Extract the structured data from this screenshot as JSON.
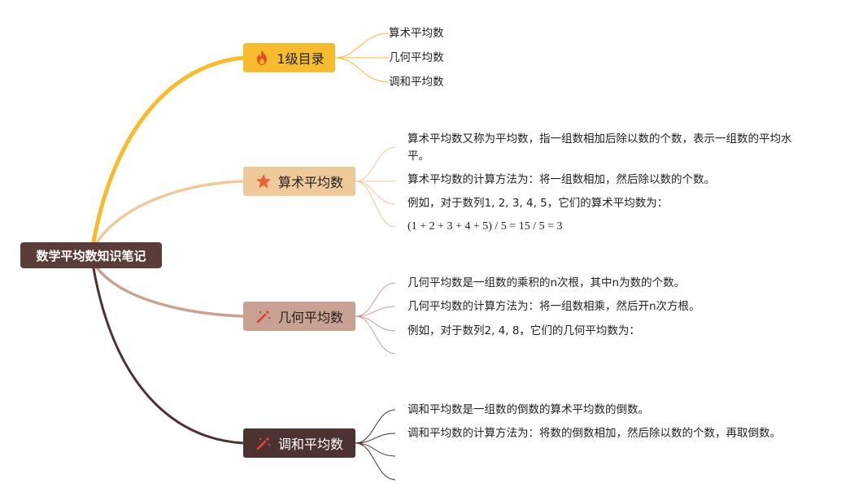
{
  "root": {
    "label": "数学平均数知识笔记"
  },
  "branches": [
    {
      "label": "1级目录",
      "icon": "fire-icon",
      "color": "#f7bb30",
      "items": [
        "算术平均数",
        "几何平均数",
        "调和平均数"
      ]
    },
    {
      "label": "算术平均数",
      "icon": "star-icon",
      "color": "#efc999",
      "items": [
        "算术平均数又称为平均数，指一组数相加后除以数的个数，表示一组数的平均水",
        "平。",
        "算术平均数的计算方法为：将一组数相加，然后除以数的个数。",
        "例如，对于数列1, 2, 3, 4, 5，它们的算术平均数为：",
        "(1 + 2 + 3 + 4 + 5) / 5 = 15 / 5 = 3"
      ]
    },
    {
      "label": "几何平均数",
      "icon": "magic-wand-icon",
      "color": "#c9a193",
      "items": [
        "几何平均数是一组数的乘积的n次根，其中n为数的个数。",
        "几何平均数的计算方法为：将一组数相乘，然后开n次方根。",
        "例如，对于数列2, 4, 8，它们的几何平均数为：",
        ""
      ]
    },
    {
      "label": "调和平均数",
      "icon": "magic-wand-icon",
      "color": "#4c3230",
      "items": [
        "调和平均数是一组数的倒数的算术平均数的倒数。",
        "调和平均数的计算方法为：将数的倒数相加，然后除以数的个数，再取倒数。",
        "",
        ""
      ]
    }
  ]
}
